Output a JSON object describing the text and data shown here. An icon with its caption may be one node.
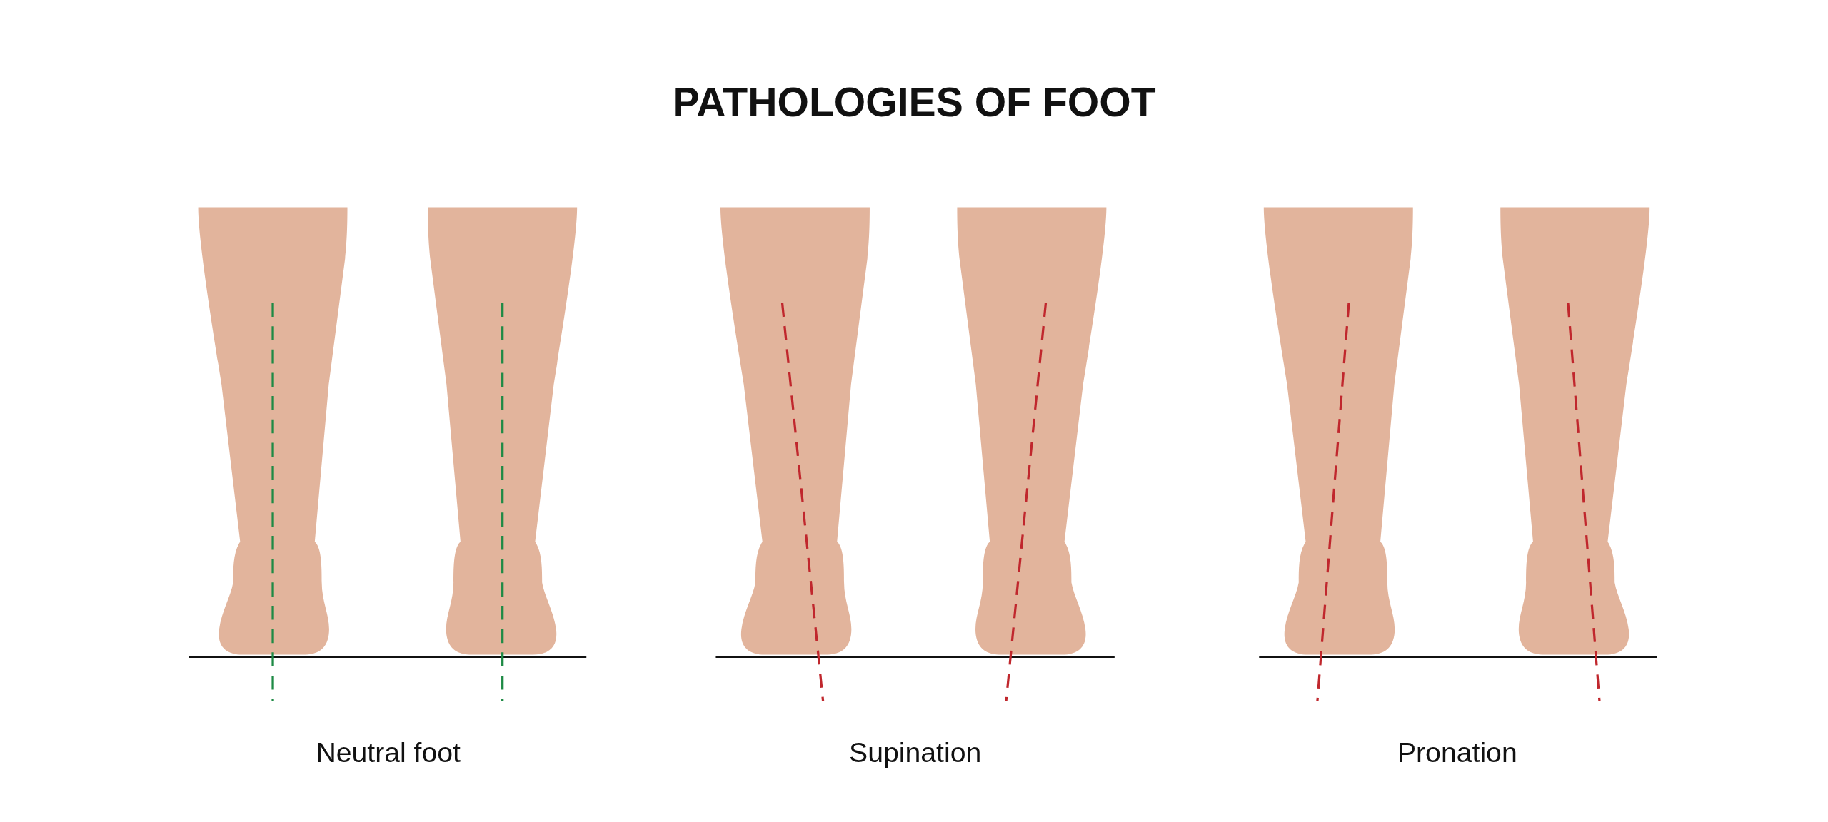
{
  "diagram": {
    "title": "PATHOLOGIES OF FOOT",
    "labels": [
      "Neutral foot",
      "Supination",
      "Pronation"
    ]
  }
}
